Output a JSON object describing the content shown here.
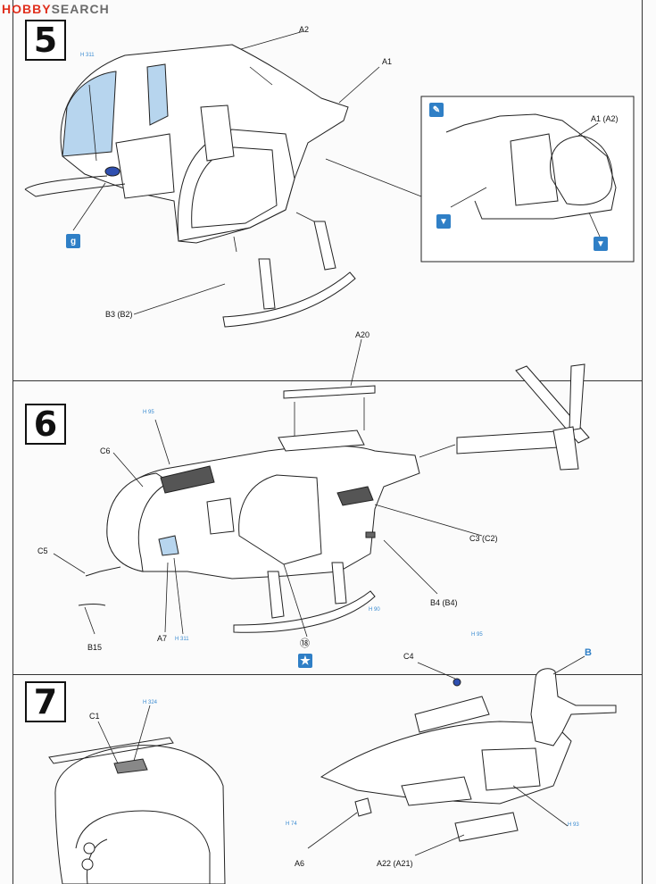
{
  "watermark": {
    "brand_left": "HOBBY",
    "brand_right": "SEARCH",
    "url": ""
  },
  "steps": [
    {
      "number": "5"
    },
    {
      "number": "6"
    },
    {
      "number": "7"
    }
  ],
  "step5": {
    "labels": {
      "a2": "A2",
      "a1": "A1",
      "a1_a2": "A1 (A2)",
      "b3_b2": "B3 (B2)"
    },
    "paint_codes": {
      "h311": "H 311"
    },
    "icons": {
      "glue": "g"
    }
  },
  "step6": {
    "labels": {
      "a20": "A20",
      "c6": "C6",
      "c5": "C5",
      "a7": "A7",
      "b15": "B15",
      "c3_c2": "C3 (C2)",
      "b4_b4": "B4 (B4)",
      "decal": "⑱"
    },
    "paint_codes": {
      "h95": "H 95",
      "h90": "H 90",
      "h311": "H 311"
    },
    "icons": {
      "star": "★"
    }
  },
  "step7": {
    "labels": {
      "c4": "C4",
      "c1": "C1",
      "b": "B",
      "a6": "A6",
      "a22_a21": "A22 (A21)"
    },
    "paint_codes": {
      "h95": "H 95",
      "h324": "H 324",
      "h74": "H 74",
      "h93": "H 93"
    }
  },
  "colors": {
    "accent": "#2f7fc6",
    "glass": "#b7d5ee",
    "watermark_red": "#e0301e"
  }
}
